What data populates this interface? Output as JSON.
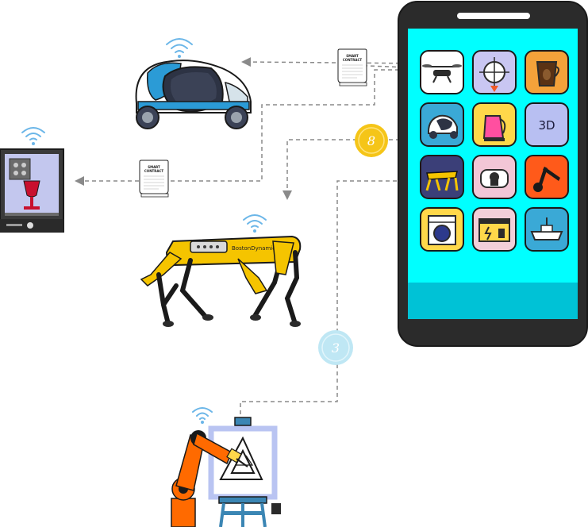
{
  "contracts": [
    {
      "line1": "SMART",
      "line2": "CONTRACT"
    },
    {
      "line1": "SMART",
      "line2": "CONTRACT"
    }
  ],
  "coins": [
    {
      "symbol": "8"
    },
    {
      "symbol": "3"
    }
  ],
  "phone": {
    "screen_color": "#00ffff",
    "bottom_bar_color": "#00c2d6",
    "apps": [
      {
        "name": "drone-app-icon",
        "bg": "#ffffff"
      },
      {
        "name": "satellite-app-icon",
        "bg": "#c9c6f2"
      },
      {
        "name": "coffee-app-icon",
        "bg": "#f4a23a"
      },
      {
        "name": "car-app-icon",
        "bg": "#3aa9d6"
      },
      {
        "name": "kettle-app-icon",
        "bg": "#ffd84a"
      },
      {
        "name": "printer-3d-app-icon",
        "bg": "#b8bff2",
        "label": "3D"
      },
      {
        "name": "robot-dog-app-icon",
        "bg": "#3b3f78"
      },
      {
        "name": "lock-app-icon",
        "bg": "#f2c6d6"
      },
      {
        "name": "robot-arm-app-icon",
        "bg": "#ff5a1a"
      },
      {
        "name": "washing-machine-app-icon",
        "bg": "#ffd84a"
      },
      {
        "name": "power-meter-app-icon",
        "bg": "#f2cfd9"
      },
      {
        "name": "boat-app-icon",
        "bg": "#3aa9d6"
      }
    ]
  },
  "robot_dog": {
    "brand": "BostonDynamics"
  },
  "colors": {
    "connector": "#8a8a8a",
    "accent_yellow": "#f5c400",
    "arm_orange": "#ff6a00"
  }
}
